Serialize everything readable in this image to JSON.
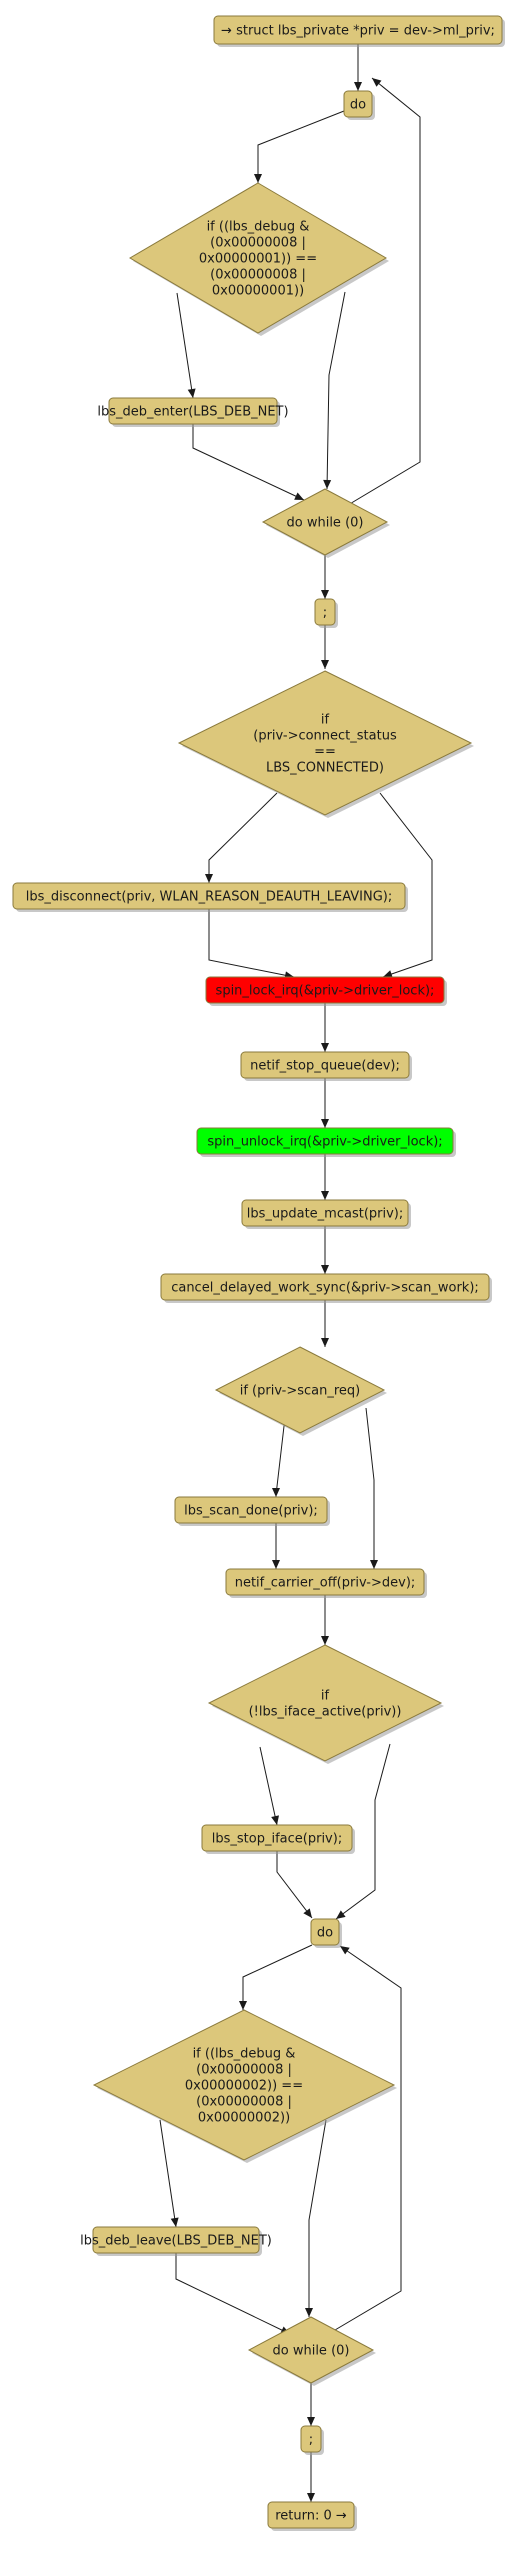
{
  "colors": {
    "node_fill": "#dcc77b",
    "lock_fill": "#ff0000",
    "unlock_fill": "#00ff00",
    "edge": "#1a1a1a"
  },
  "nodes": {
    "start": "→ struct lbs_private *priv = dev->ml_priv;",
    "do1": "do",
    "debug_enter_cond": [
      "if ((lbs_debug &",
      "(0x00000008 |",
      "0x00000001)) ==",
      "(0x00000008 |",
      "0x00000001))"
    ],
    "deb_enter": "lbs_deb_enter(LBS_DEB_NET)",
    "while1": "do while (0)",
    "semi1": ";",
    "connect_cond": [
      "if",
      "(priv->connect_status",
      "==",
      "LBS_CONNECTED)"
    ],
    "disconnect": "lbs_disconnect(priv, WLAN_REASON_DEAUTH_LEAVING);",
    "spin_lock": "spin_lock_irq(&priv->driver_lock);",
    "stop_queue": "netif_stop_queue(dev);",
    "spin_unlock": "spin_unlock_irq(&priv->driver_lock);",
    "update_mcast": "lbs_update_mcast(priv);",
    "cancel_work": "cancel_delayed_work_sync(&priv->scan_work);",
    "scan_cond": "if (priv->scan_req)",
    "scan_done": "lbs_scan_done(priv);",
    "carrier_off": "netif_carrier_off(priv->dev);",
    "iface_cond": [
      "if",
      "(!lbs_iface_active(priv))"
    ],
    "stop_iface": "lbs_stop_iface(priv);",
    "do2": "do",
    "debug_leave_cond": [
      "if ((lbs_debug &",
      "(0x00000008 |",
      "0x00000002)) ==",
      "(0x00000008 |",
      "0x00000002))"
    ],
    "deb_leave": "lbs_deb_leave(LBS_DEB_NET)",
    "while2": "do while (0)",
    "semi2": ";",
    "ret": "return: 0 →"
  }
}
